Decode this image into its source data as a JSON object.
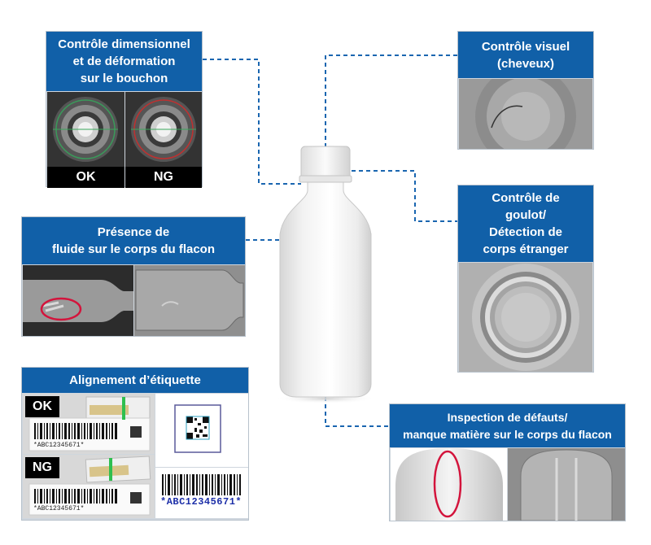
{
  "panels": {
    "cap": {
      "title_lines": [
        "Contrôle dimensionnel",
        "et de déformation",
        "sur le bouchon"
      ],
      "ok_label": "OK",
      "ng_label": "NG"
    },
    "visual": {
      "title_lines": [
        "Contrôle visuel",
        "(cheveux)"
      ]
    },
    "neck": {
      "title_lines": [
        "Contrôle de",
        "goulot/",
        "Détection de",
        "corps étranger"
      ]
    },
    "fluid": {
      "title_lines": [
        "Présence de",
        "fluide sur le corps du flacon"
      ]
    },
    "label": {
      "title": "Alignement d’étiquette",
      "ok_label": "OK",
      "ng_label": "NG",
      "barcode_small_text": "*ABC12345671*",
      "barcode_large_text": "*ABC12345671*"
    },
    "defect": {
      "title_lines": [
        "Inspection de défauts/",
        "manque matière sur le corps du flacon"
      ]
    }
  },
  "colors": {
    "header_blue": "#1160a8",
    "connector_blue": "#1a66b0",
    "highlight_red": "#d3143c"
  }
}
